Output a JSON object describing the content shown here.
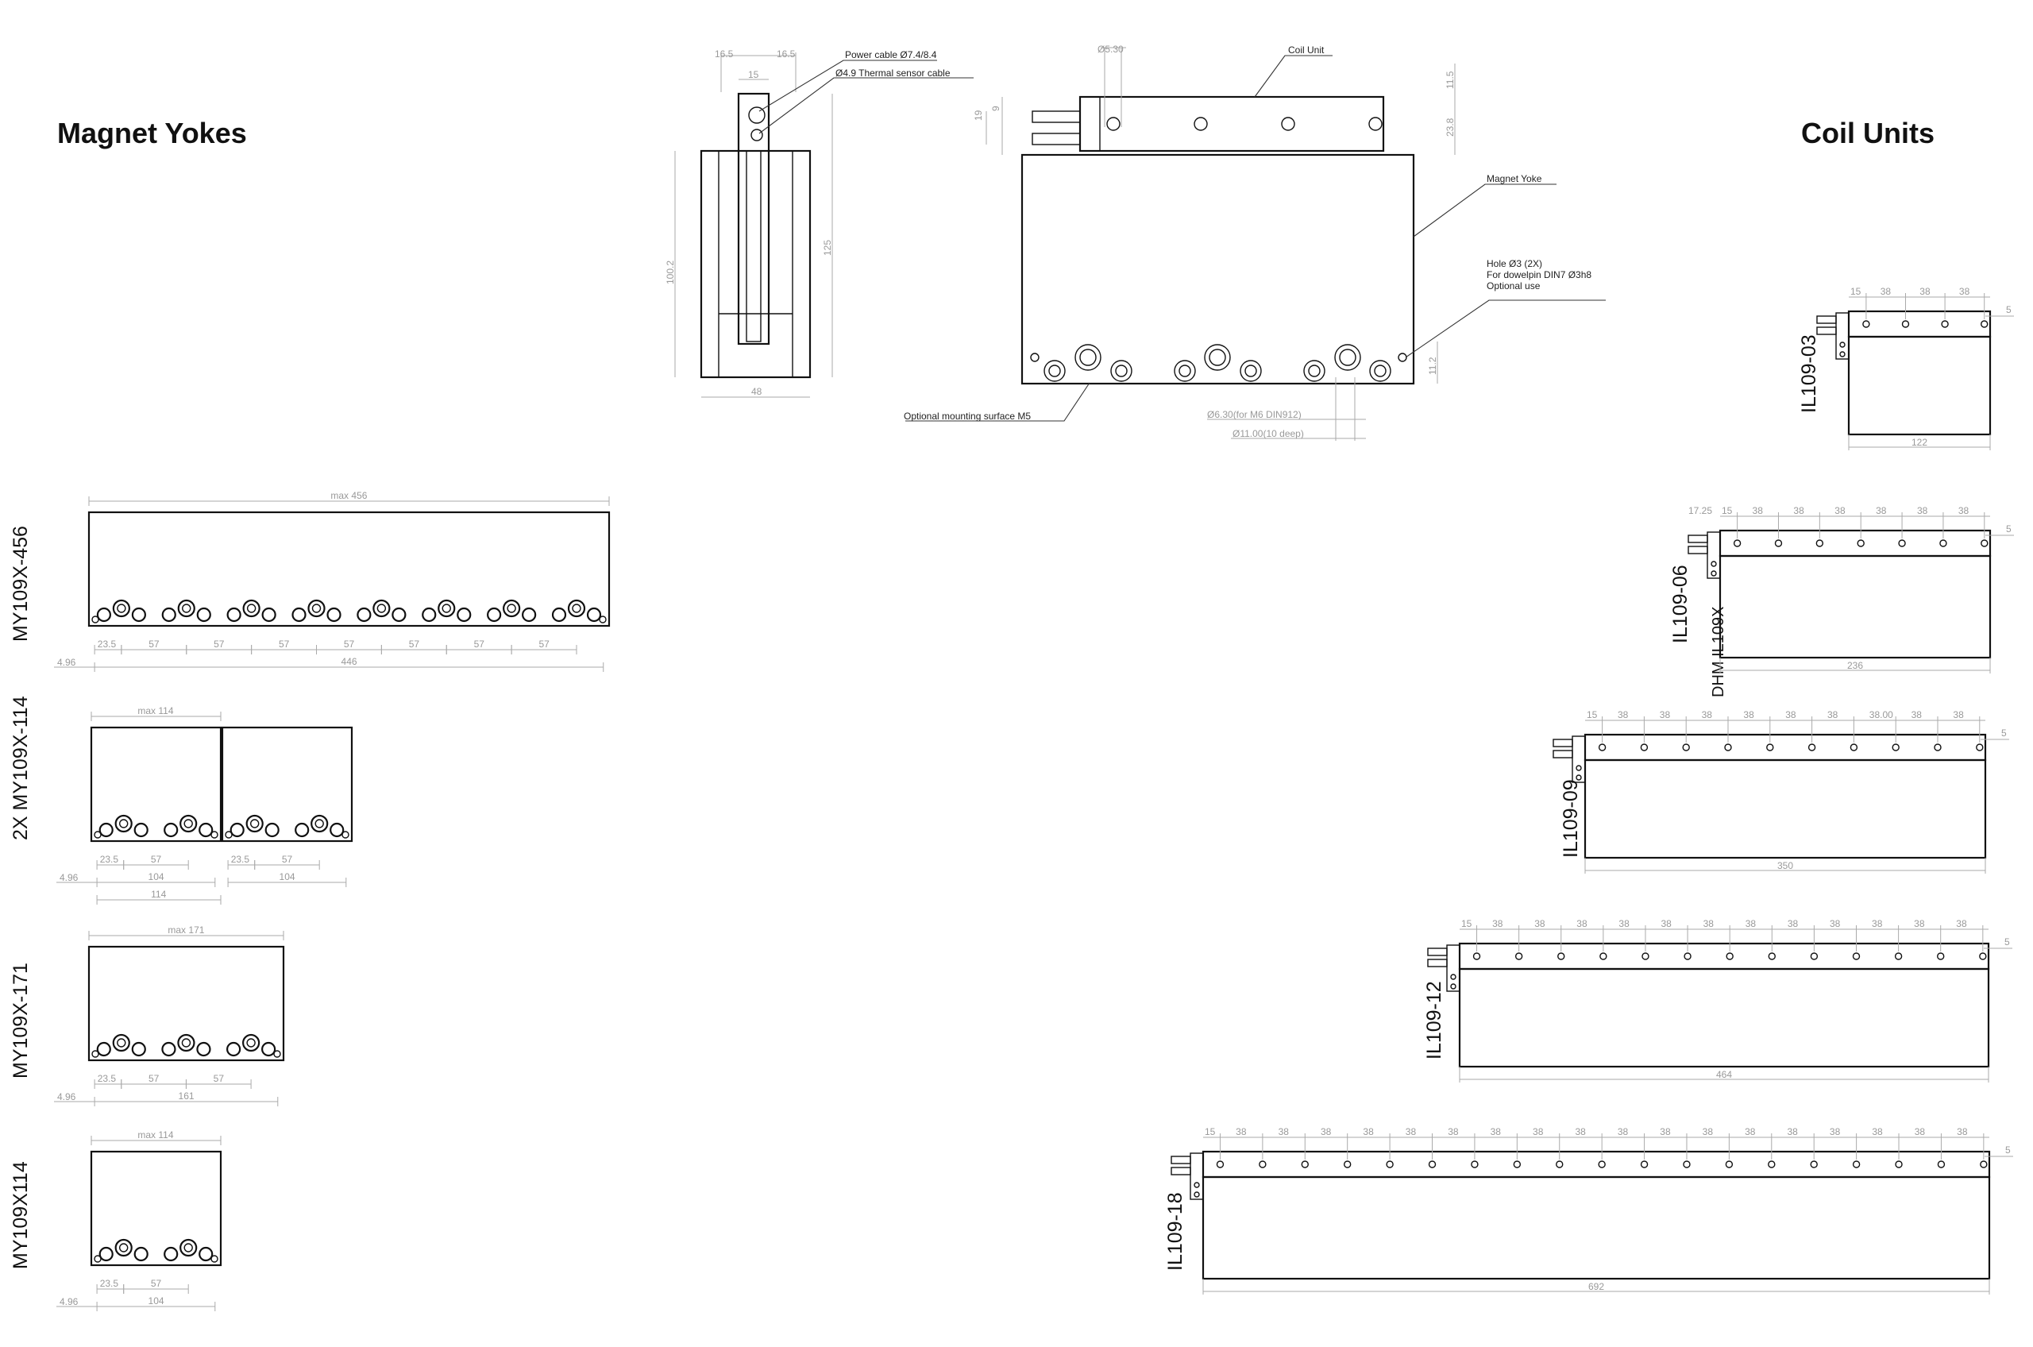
{
  "headings": {
    "left": "Magnet Yokes",
    "right": "Coil Units"
  },
  "detail": {
    "callouts": {
      "power_cable": "Power cable Ø7.4/8.4",
      "thermal_cable": "Ø4.9 Thermal sensor cable",
      "coil_unit": "Coil Unit",
      "magnet_yoke": "Magnet Yoke",
      "hole_1": "Hole Ø3 (2X)",
      "hole_2": "For dowelpin DIN7 Ø3h8",
      "hole_3": "Optional use",
      "mounting": "Optional mounting surface M5",
      "hole_m6": "Ø6.30(for M6 DIN912)",
      "hole_deep": "Ø11.00(10 deep)"
    },
    "side_dims": {
      "top_a": "16.5",
      "top_b": "16.5",
      "mid": "15",
      "height_a": "100.2",
      "height_b": "125",
      "width": "48"
    },
    "front_dims": {
      "pin": "Ø5.30",
      "left_a": "19",
      "left_b": "9",
      "right_a": "11.5",
      "right_b": "23.8",
      "right_c": "11.2"
    }
  },
  "yokes": [
    {
      "id": "y456",
      "label": "MY109X-456",
      "max": "max 456",
      "offset": "4.96",
      "first": "23.5",
      "pitch": [
        "57",
        "57",
        "57",
        "57",
        "57",
        "57",
        "57"
      ],
      "total": "446"
    },
    {
      "id": "y2x114",
      "label": "2X MY109X-114",
      "max": "max 114",
      "offset": "4.96",
      "first": "23.5",
      "pitch": [
        "57"
      ],
      "inner": "104",
      "first2": "23.5",
      "pitch2": "57",
      "inner2": "104",
      "total": "114"
    },
    {
      "id": "y171",
      "label": "MY109X-171",
      "max": "max 171",
      "offset": "4.96",
      "first": "23.5",
      "pitch": [
        "57",
        "57"
      ],
      "total": "161"
    },
    {
      "id": "y114",
      "label": "MY109X114",
      "max": "max 114",
      "offset": "4.96",
      "first": "23.5",
      "pitch": [
        "57"
      ],
      "total": "104"
    }
  ],
  "coils": [
    {
      "id": "c03",
      "label": "IL109-03",
      "first": "15",
      "pitch": "38",
      "count": 3,
      "end": "5",
      "length": "122"
    },
    {
      "id": "c06",
      "label": "IL109-06",
      "sublabel": "DHM IL109X",
      "pre": "17.25",
      "first": "15",
      "pitch": "38",
      "count": 6,
      "end": "5",
      "length": "236"
    },
    {
      "id": "c09",
      "label": "IL109-09",
      "first": "15",
      "pitch": "38",
      "special": "38.00",
      "count": 9,
      "end": "5",
      "length": "350"
    },
    {
      "id": "c12",
      "label": "IL109-12",
      "first": "15",
      "pitch": "38",
      "count": 12,
      "end": "5",
      "length": "464"
    },
    {
      "id": "c18",
      "label": "IL109-18",
      "first": "15",
      "pitch": "38",
      "count": 18,
      "end": "5",
      "length": "692"
    }
  ]
}
